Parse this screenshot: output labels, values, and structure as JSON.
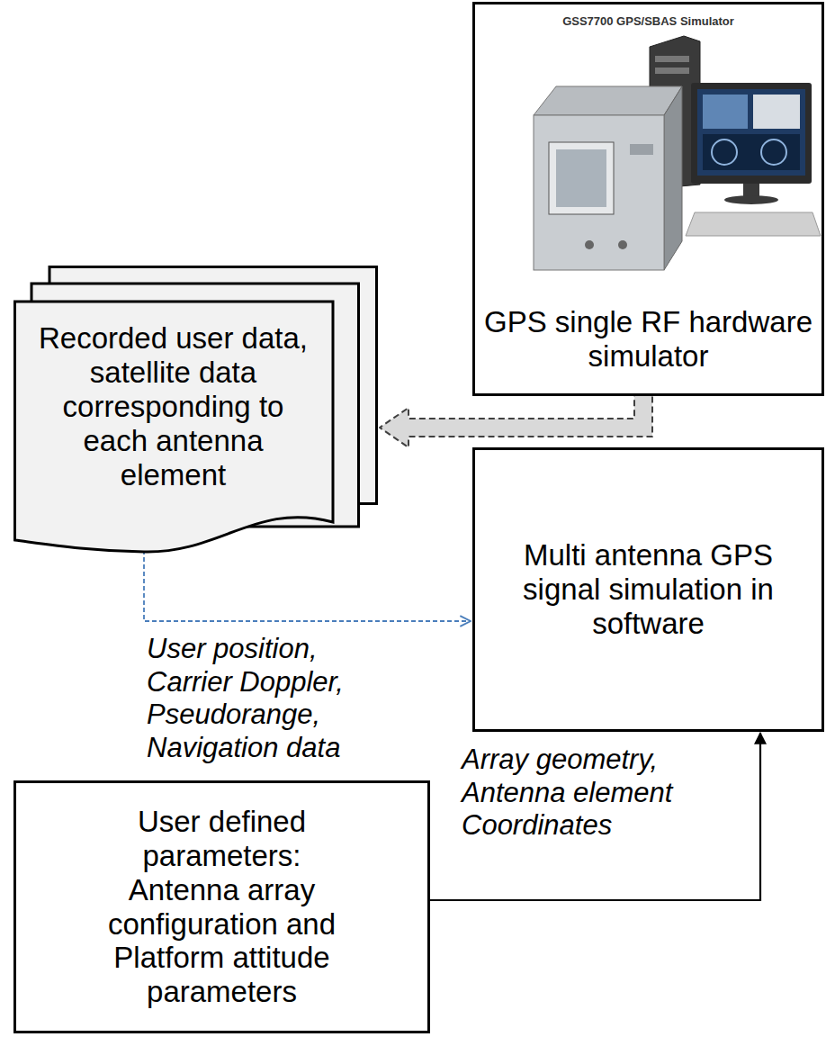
{
  "diagram": {
    "nodes": [
      {
        "text": [
          "GSS7700 GPS/SBAS Simulator",
          "GPS single RF hardware simulator"
        ]
      },
      {
        "text": [
          "Recorded user data, satellite data corresponding to each antenna element"
        ]
      },
      {
        "text": [
          "Multi antenna GPS signal simulation in software"
        ]
      },
      {
        "text": [
          "User defined parameters: Antenna array configuration and Platform attitude parameters"
        ]
      }
    ],
    "edges": [
      {
        "from": 0,
        "to": 1,
        "arrow": "to"
      },
      {
        "from": 1,
        "to": 2,
        "label": "User position, Carrier Doppler, Pseudorange, Navigation data",
        "arrow": "to"
      },
      {
        "from": 3,
        "to": 2,
        "label": "Array geometry, Antenna element Coordinates",
        "arrow": "to"
      }
    ]
  }
}
